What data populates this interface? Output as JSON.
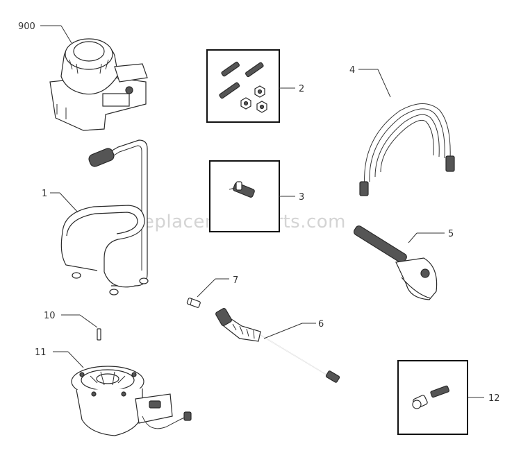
{
  "watermark": "eReplacementParts.com",
  "callouts": {
    "c900": "900",
    "c1": "1",
    "c2": "2",
    "c3": "3",
    "c4": "4",
    "c5": "5",
    "c6": "6",
    "c7": "7",
    "c10": "10",
    "c11": "11",
    "c12": "12"
  }
}
